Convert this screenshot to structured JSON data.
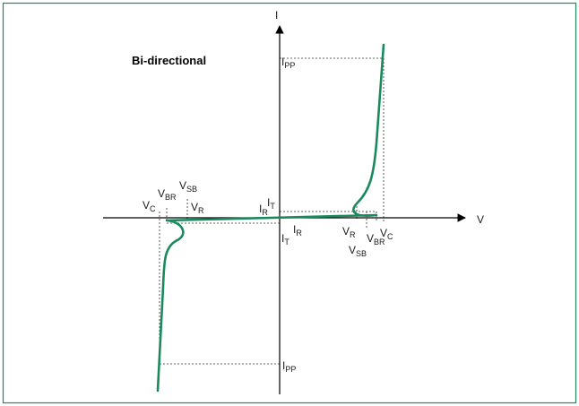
{
  "colors": {
    "frame": "#1f8a5b",
    "curve": "#1a8a5e",
    "axis": "#000000",
    "guide": "#333333",
    "text": "#1a1a1a"
  },
  "diagram": {
    "title": "Bi-directional",
    "axis_labels": {
      "current": "I",
      "voltage": "V"
    },
    "labels": {
      "ipp_top": {
        "main": "I",
        "sub": "PP"
      },
      "ipp_bottom": {
        "main": "I",
        "sub": "PP"
      },
      "it_pos": {
        "main": "I",
        "sub": "T"
      },
      "ir_pos": {
        "main": "I",
        "sub": "R"
      },
      "it_neg": {
        "main": "I",
        "sub": "T"
      },
      "ir_neg": {
        "main": "I",
        "sub": "R"
      },
      "vr_pos": {
        "main": "V",
        "sub": "R"
      },
      "vbr_pos": {
        "main": "V",
        "sub": "BR"
      },
      "vc_pos": {
        "main": "V",
        "sub": "C"
      },
      "vsb_pos": {
        "main": "V",
        "sub": "SB"
      },
      "vc_neg": {
        "main": "V",
        "sub": "C"
      },
      "vbr_neg": {
        "main": "V",
        "sub": "BR"
      },
      "vsb_neg": {
        "main": "V",
        "sub": "SB"
      },
      "vr_neg": {
        "main": "V",
        "sub": "R"
      }
    }
  }
}
